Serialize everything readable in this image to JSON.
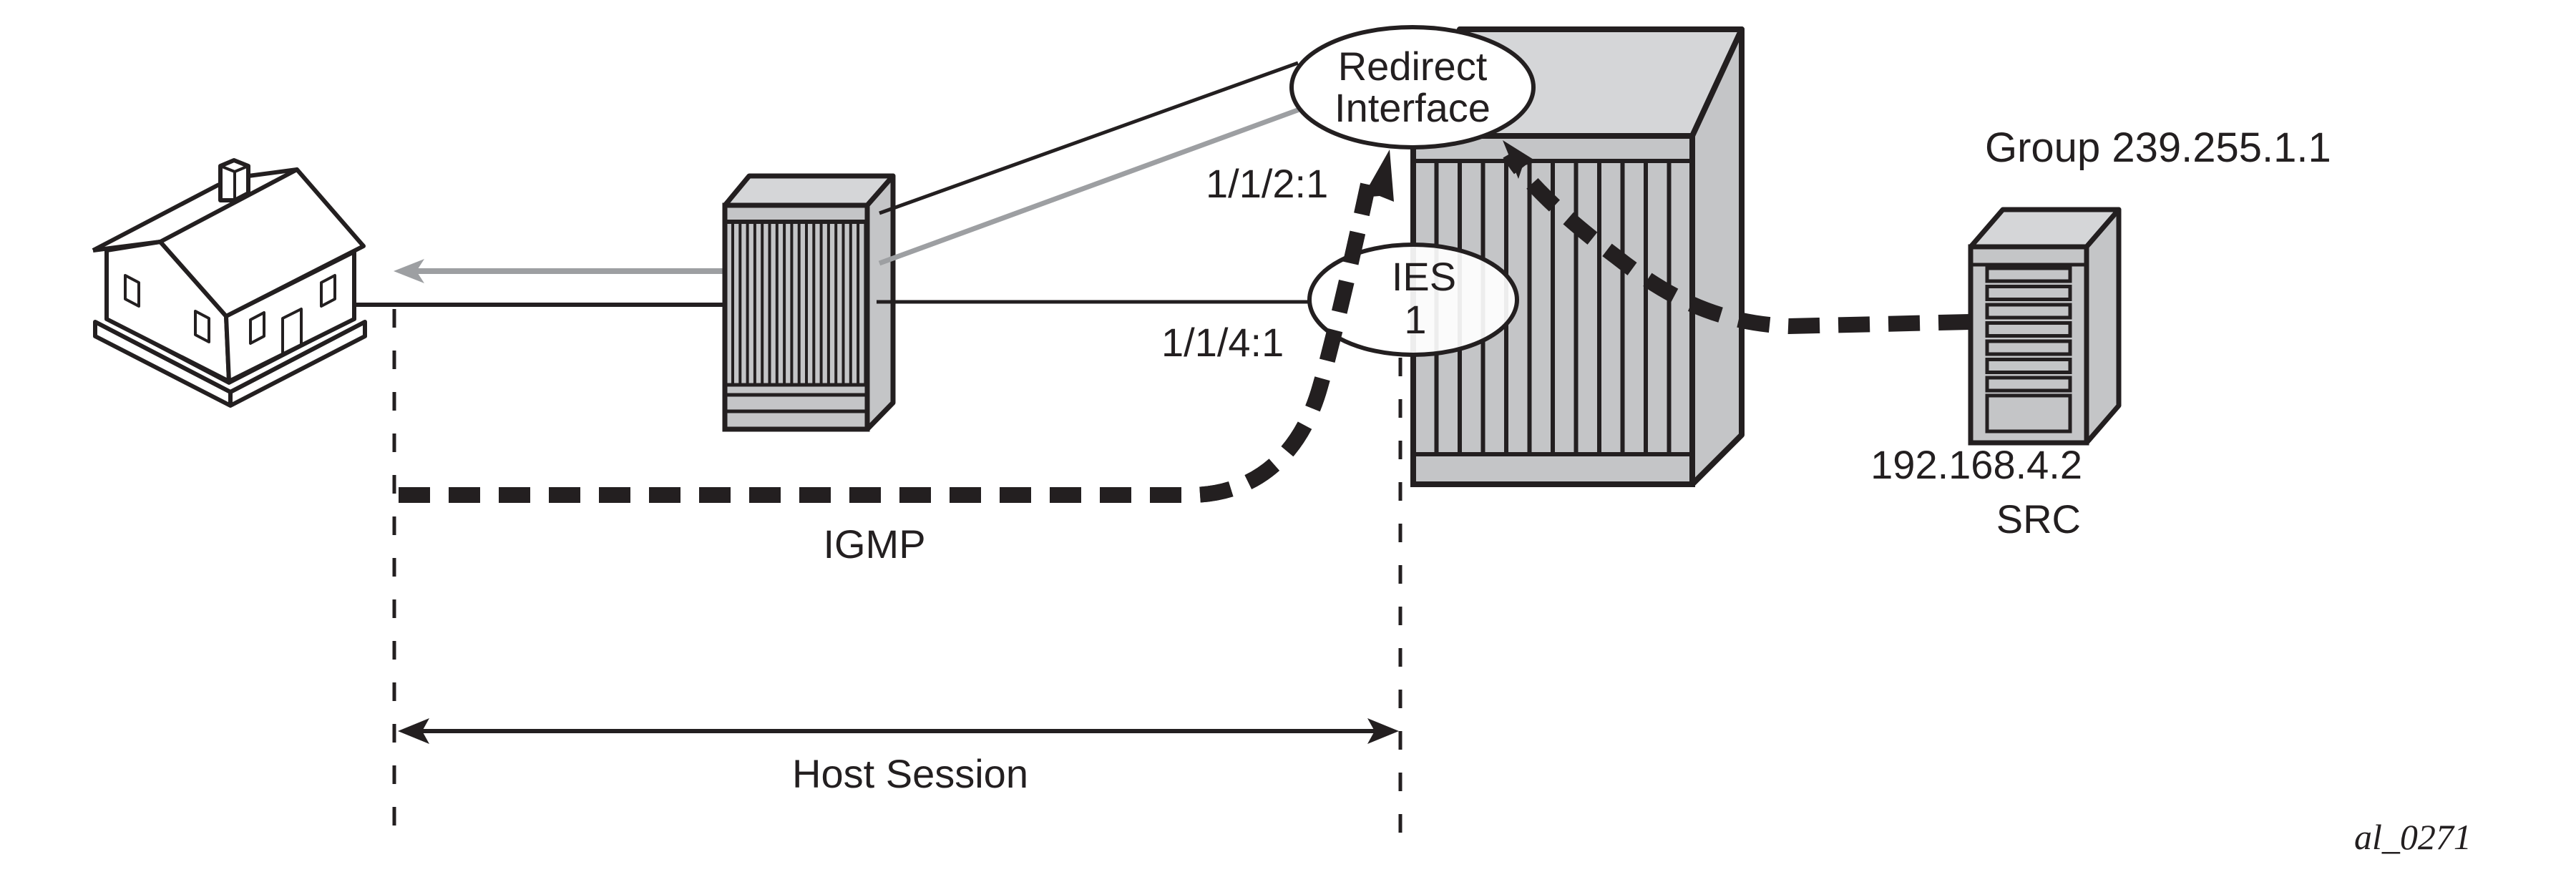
{
  "figure_id": "al_0271",
  "colors": {
    "ink": "#231f20",
    "chassis_face": "#c4c5c7",
    "chassis_top": "#d5d6d8",
    "gray_link": "#9d9fa2",
    "background": "#ffffff"
  },
  "nodes": {
    "house": {
      "label": "",
      "icon": "house-icon"
    },
    "access_switch": {
      "label": "",
      "icon": "switch-chassis-icon"
    },
    "router": {
      "label": "",
      "icon": "router-chassis-icon"
    },
    "source_server": {
      "icon": "server-icon",
      "ip": "192.168.4.2",
      "role": "SRC"
    }
  },
  "interfaces": {
    "redirect": {
      "line1": "Redirect",
      "line2": "Interface"
    },
    "ies": {
      "line1": "IES",
      "line2": "1"
    }
  },
  "ports": {
    "upper": "1/1/2:1",
    "lower": "1/1/4:1"
  },
  "group_label": "Group 239.255.1.1",
  "flows": {
    "igmp_label": "IGMP",
    "host_session_label": "Host Session"
  }
}
